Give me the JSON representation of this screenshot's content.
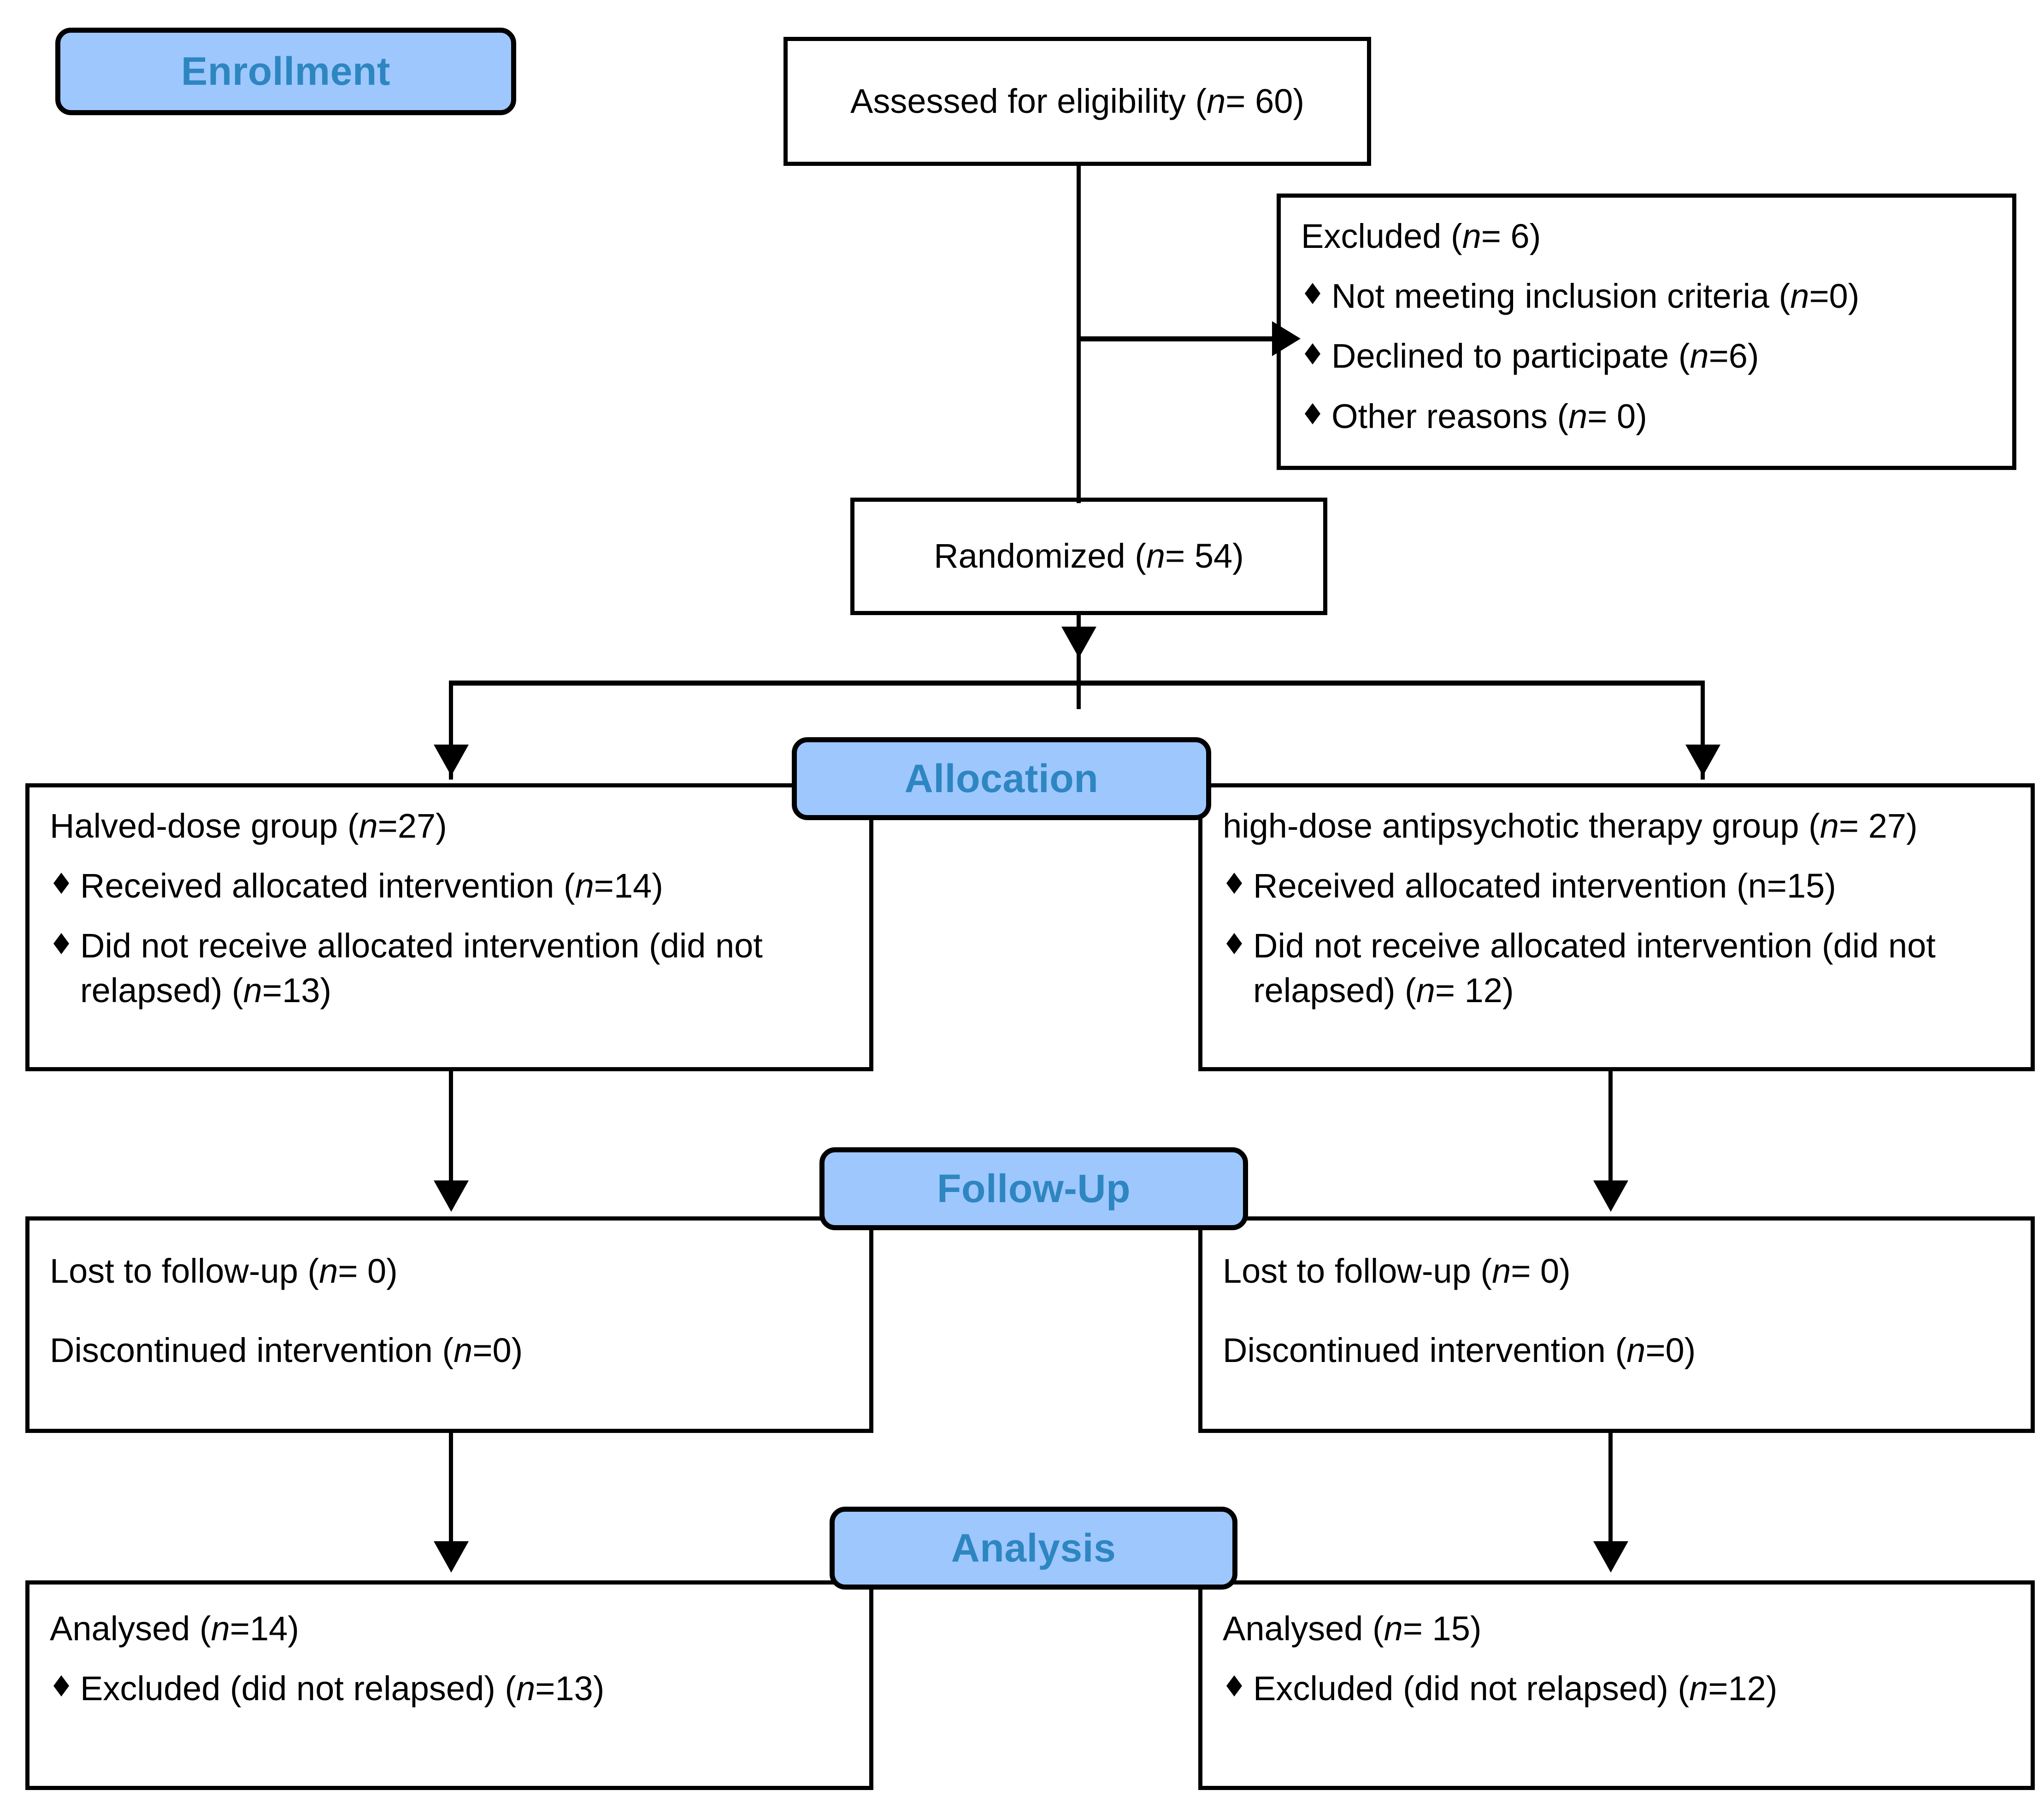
{
  "diagram": {
    "title": "CONSORT Flow Diagram",
    "accent_color": "#9ec7fd",
    "banner_text_color": "#2e86c1",
    "border_color": "#000000"
  },
  "banners": {
    "enrollment": "Enrollment",
    "allocation": "Allocation",
    "followup": "Follow-Up",
    "analysis": "Analysis"
  },
  "enrollment": {
    "assessed": {
      "pre": "Assessed for eligibility (",
      "n": "n",
      "post": "= 60)"
    },
    "excluded": {
      "heading": {
        "pre": "Excluded (",
        "n": "n",
        "post": "= 6)"
      },
      "items": [
        {
          "pre": "Not meeting inclusion criteria (",
          "n": "n",
          "post": "=0)"
        },
        {
          "pre": "Declined to participate (",
          "n": "n",
          "post": "=6)"
        },
        {
          "pre": "Other reasons (",
          "n": "n",
          "post": "= 0)"
        }
      ]
    },
    "randomized": {
      "pre": "Randomized (",
      "n": "n",
      "post": "= 54)"
    }
  },
  "allocation": {
    "left": {
      "heading": {
        "pre": "Halved-dose group (",
        "n": "n",
        "post": "=27)"
      },
      "items": [
        {
          "pre": "Received allocated intervention (",
          "n": "n",
          "post": "=14)"
        },
        {
          "pre": "Did not receive allocated intervention (did not relapsed) (",
          "n": "n",
          "post": "=13)"
        }
      ]
    },
    "right": {
      "heading": {
        "pre": "high-dose antipsychotic therapy group (",
        "n": "n",
        "post": "= 27)"
      },
      "items": [
        {
          "pre": "Received allocated intervention (n=15)",
          "n": "",
          "post": ""
        },
        {
          "pre": "Did not receive allocated intervention (did not relapsed) (",
          "n": "n",
          "post": "= 12)"
        }
      ]
    }
  },
  "followup": {
    "left": {
      "lines": [
        {
          "pre": "Lost to follow-up (",
          "n": "n",
          "post": "= 0)"
        },
        {
          "pre": "Discontinued intervention (",
          "n": "n",
          "post": "=0)"
        }
      ]
    },
    "right": {
      "lines": [
        {
          "pre": "Lost to follow-up (",
          "n": "n",
          "post": "= 0)"
        },
        {
          "pre": "Discontinued intervention (",
          "n": "n",
          "post": "=0)"
        }
      ]
    }
  },
  "analysis": {
    "left": {
      "heading": {
        "pre": "Analysed (",
        "n": "n",
        "post": "=14)"
      },
      "items": [
        {
          "pre": "Excluded (did not relapsed) (",
          "n": "n",
          "post": "=13)"
        }
      ]
    },
    "right": {
      "heading": {
        "pre": "Analysed (",
        "n": "n",
        "post": "= 15)"
      },
      "items": [
        {
          "pre": "Excluded (did not relapsed) (",
          "n": "n",
          "post": "=12)"
        }
      ]
    }
  }
}
